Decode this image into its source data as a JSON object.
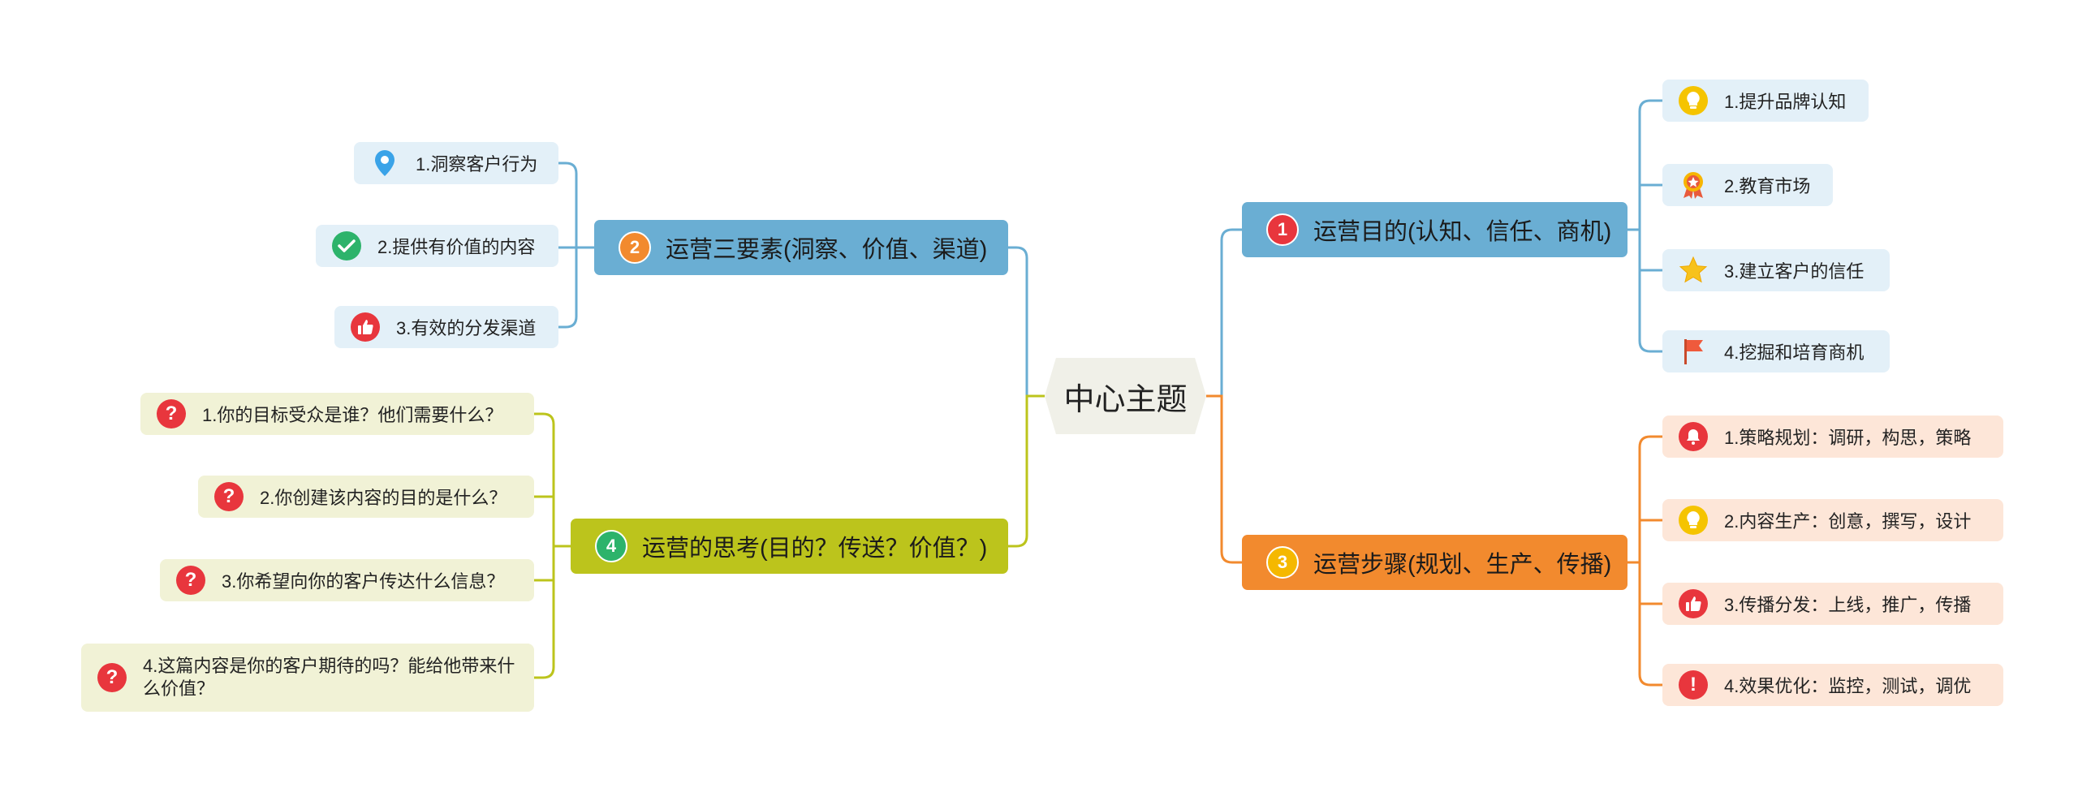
{
  "center": {
    "label": "中心主题"
  },
  "branches": {
    "b1": {
      "num": "1",
      "label": "运营目的(认知、信任、商机)",
      "color": "#6aaed3",
      "leaves": [
        "1.提升品牌认知",
        "2.教育市场",
        "3.建立客户的信任",
        "4.挖掘和培育商机"
      ],
      "leaf_icons": [
        "lightbulb-icon",
        "award-medal-icon",
        "star-icon",
        "red-flag-icon"
      ]
    },
    "b2": {
      "num": "2",
      "label": "运营三要素(洞察、价值、渠道)",
      "color": "#6aaed3",
      "leaves": [
        "1.洞察客户行为",
        "2.提供有价值的内容",
        "3.有效的分发渠道"
      ],
      "leaf_icons": [
        "location-pin-icon",
        "check-circle-icon",
        "thumbs-up-icon"
      ]
    },
    "b3": {
      "num": "3",
      "label": "运营步骤(规划、生产、传播)",
      "color": "#f28a2e",
      "leaves": [
        "1.策略规划：调研，构思，策略",
        "2.内容生产：创意，撰写，设计",
        "3.传播分发：上线，推广，传播",
        "4.效果优化：监控，测试，调优"
      ],
      "leaf_icons": [
        "bell-icon",
        "lightbulb-icon",
        "thumbs-up-icon",
        "exclamation-icon"
      ]
    },
    "b4": {
      "num": "4",
      "label": "运营的思考(目的？传送？价值？)",
      "color": "#bcc41c",
      "leaves": [
        "1.你的目标受众是谁？他们需要什么？",
        "2.你创建该内容的目的是什么？",
        "3.你希望向你的客户传达什么信息？",
        "4.这篇内容是你的客户期待的吗？能给他带来什么价值？"
      ],
      "leaf_icons": [
        "question-icon",
        "question-icon",
        "question-icon",
        "question-icon"
      ]
    }
  },
  "colors": {
    "blue_leaf_bg": "#e3f0f8",
    "orange_leaf_bg": "#fde6d8",
    "olive_leaf_bg": "#f1f2d6",
    "num_red": "#e8363d",
    "num_orange": "#f28a2e",
    "num_yellow": "#f5b800",
    "num_green": "#2db36b"
  }
}
